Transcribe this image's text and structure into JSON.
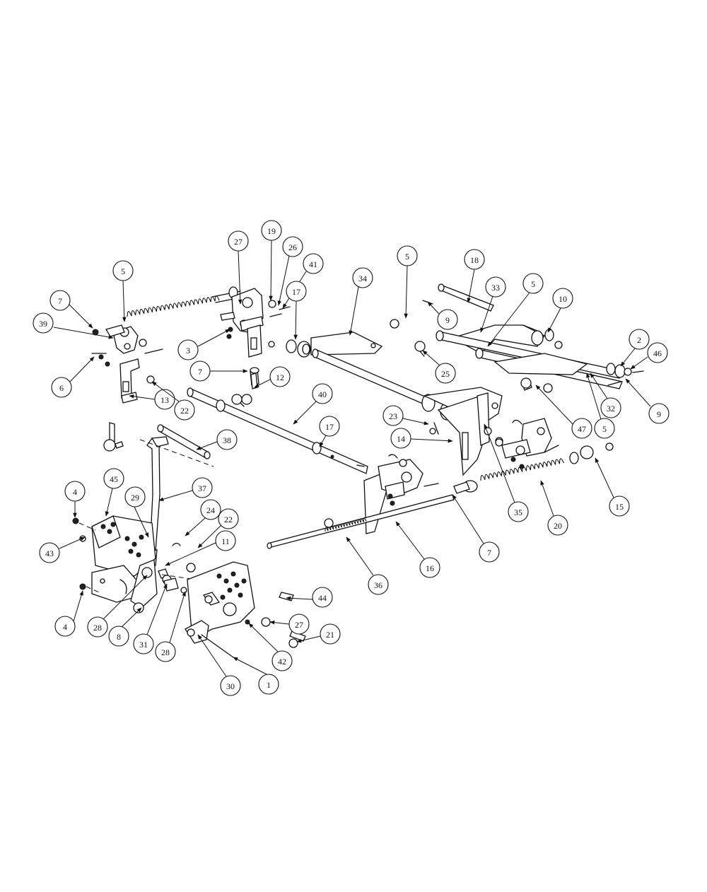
{
  "callouts": [
    {
      "label": "5"
    },
    {
      "label": "7"
    },
    {
      "label": "39"
    },
    {
      "label": "6"
    },
    {
      "label": "13"
    },
    {
      "label": "22"
    },
    {
      "label": "27"
    },
    {
      "label": "19"
    },
    {
      "label": "26"
    },
    {
      "label": "41"
    },
    {
      "label": "3"
    },
    {
      "label": "7"
    },
    {
      "label": "12"
    },
    {
      "label": "17"
    },
    {
      "label": "34"
    },
    {
      "label": "40"
    },
    {
      "label": "17"
    },
    {
      "label": "38"
    },
    {
      "label": "37"
    },
    {
      "label": "5"
    },
    {
      "label": "9"
    },
    {
      "label": "18"
    },
    {
      "label": "33"
    },
    {
      "label": "5"
    },
    {
      "label": "10"
    },
    {
      "label": "2"
    },
    {
      "label": "46"
    },
    {
      "label": "9"
    },
    {
      "label": "32"
    },
    {
      "label": "5"
    },
    {
      "label": "47"
    },
    {
      "label": "25"
    },
    {
      "label": "23"
    },
    {
      "label": "14"
    },
    {
      "label": "35"
    },
    {
      "label": "20"
    },
    {
      "label": "15"
    },
    {
      "label": "7"
    },
    {
      "label": "16"
    },
    {
      "label": "36"
    },
    {
      "label": "4"
    },
    {
      "label": "45"
    },
    {
      "label": "29"
    },
    {
      "label": "43"
    },
    {
      "label": "24"
    },
    {
      "label": "22"
    },
    {
      "label": "11"
    },
    {
      "label": "4"
    },
    {
      "label": "28"
    },
    {
      "label": "8"
    },
    {
      "label": "31"
    },
    {
      "label": "28"
    },
    {
      "label": "44"
    },
    {
      "label": "27"
    },
    {
      "label": "21"
    },
    {
      "label": "42"
    },
    {
      "label": "30"
    },
    {
      "label": "1"
    }
  ]
}
